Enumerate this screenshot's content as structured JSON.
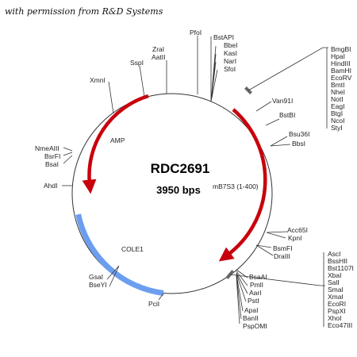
{
  "credit": "with permission from R&D Systems",
  "plasmid": {
    "name": "RDC2691",
    "size": "3950 bps"
  },
  "colors": {
    "arrow": "#c8000c",
    "cole1": "#6c9ef0",
    "insert": "#666666",
    "backbone": "#333333"
  },
  "features": {
    "amp": "AMP",
    "insert": "mB7S3 (1-400)",
    "cole1": "COLE1"
  },
  "sites": {
    "pfoi": "PfoI",
    "zrai": "ZraI",
    "aatii": "AatII",
    "sspi": "SspI",
    "xmni": "XmnI",
    "nmeaiii": "NmeAIII",
    "bsrfi": "BsrFI",
    "bsai": "BsaI",
    "ahdi": "AhdI",
    "gsai": "GsaI",
    "bseyi": "BseYI",
    "pcii": "PciI",
    "bstapi": "BstAPI",
    "bbei": "BbeI",
    "kasi": "KasI",
    "nari": "NarI",
    "sfoi": "SfoI",
    "van91i": "Van91I",
    "bstbi": "BstBI",
    "bsu36i": "Bsu36I",
    "bbsi": "BbsI",
    "acc65i": "Acc65I",
    "kpni": "KpnI",
    "bsmfi": "BsmFI",
    "draiii": "DraIII",
    "bsaai": "BsaAI",
    "pmli": "PmlI",
    "aari": "AarI",
    "psti": "PstI",
    "apai": "ApaI",
    "banii": "BanII",
    "pspomi": "PspOMI",
    "mcs_top": [
      "BmgBI",
      "HpaI",
      "HindIII",
      "BamHI",
      "EcoRV",
      "BmtI",
      "NheI",
      "NotI",
      "EagI",
      "BtgI",
      "NcoI",
      "StyI"
    ],
    "mcs_bottom": [
      "AscI",
      "BssHII",
      "Bst1107I",
      "XbaI",
      "SalI",
      "SmaI",
      "XmaI",
      "EcoRI",
      "PspXI",
      "XhoI",
      "Eco47III"
    ]
  }
}
